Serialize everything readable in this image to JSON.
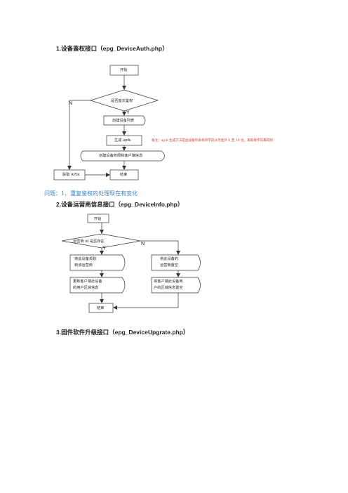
{
  "headings": {
    "h1": "1.设备鉴权接口（epg_DeviceAuth.php）",
    "h2": "2.设备运营商信息接口（epg_DeviceInfo.php）",
    "h3": "3.固件软件升级接口（epg_DeviceUpgrate.php）"
  },
  "question": "问题：1、重复鉴权的处理现在有变化",
  "flow1": {
    "start": "开始",
    "decision": "是否首次鉴权",
    "no_label": "N",
    "yes_label": "Y",
    "create_list": "创建设备列表",
    "gen_apik": "生成 apik",
    "note": "备注：apik 生成方法是由设备列表标识字段从尽连外 0 至 10 位，再取倾字符串得到",
    "create_perm": "创建设备权限和客户端信息",
    "get_apik": "获取 APIk",
    "end": "结束"
  },
  "flow2": {
    "start": "开始",
    "decision": "运营商 id 是否存在",
    "yes_label": "Y",
    "no_label": "N",
    "left1_l1": "将此设备关联",
    "left1_l2": "到该运营商",
    "left2_l1": "更新客户端此设备",
    "left2_l2": "的用户区域信息",
    "right1_l1": "将此设备的",
    "right1_l2": "运营商置空",
    "right2_l1": "将客户端此设备用",
    "right2_l2": "户的区域信息置空",
    "end": "结束"
  }
}
